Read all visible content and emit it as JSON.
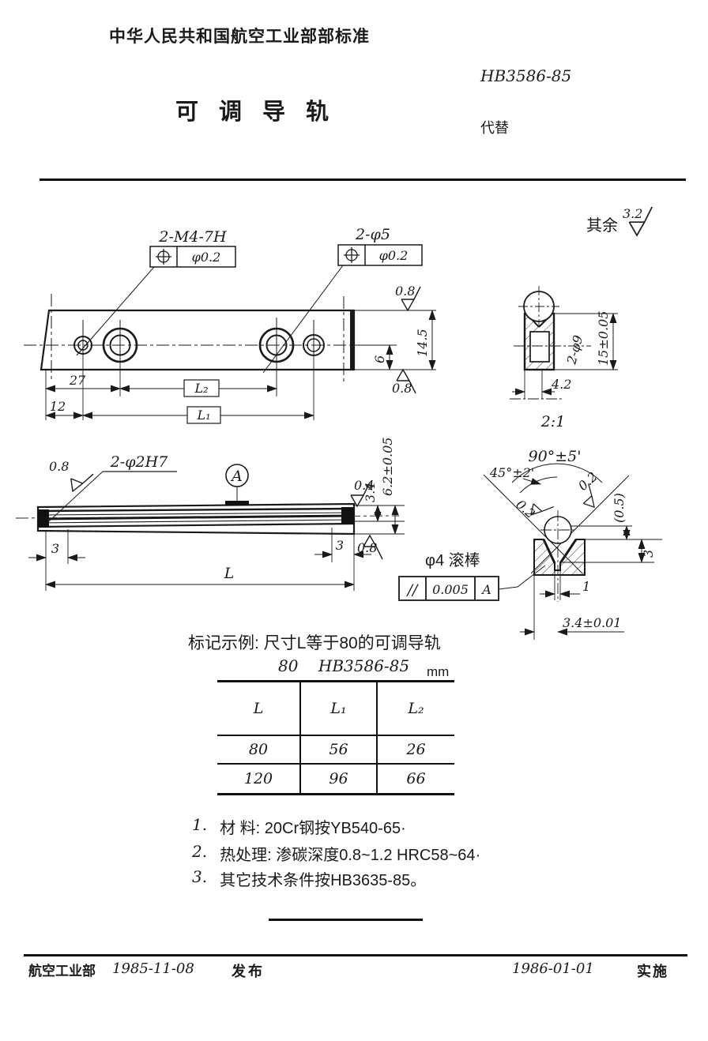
{
  "header": {
    "standard_org": "中华人民共和国航空工业部部标准",
    "standard_no": "HB3586-85",
    "title": "可调导轨",
    "supersedes": "代替"
  },
  "drawing": {
    "general_roughness": {
      "prefix": "其余",
      "value": "3.2"
    },
    "plan_view": {
      "thread_callout": "2-M4-7H",
      "thread_tolerance": "φ0.2",
      "hole_callout": "2-φ5",
      "hole_tolerance": "φ0.2",
      "dim_27": "27",
      "dim_12": "12",
      "dim_L2": "L₂",
      "dim_L1": "L₁",
      "dim_6": "6",
      "dim_14_5": "14.5",
      "roughness_top": "0.8",
      "roughness_bottom": "0.8"
    },
    "section_view": {
      "scale": "2:1",
      "hole_callout": "2-φ9",
      "dim_height": "15±0.05",
      "dim_4_2": "4.2"
    },
    "side_view": {
      "pin_callout": "2-φ2H7",
      "datum": "A",
      "roughness_left": "0.8",
      "roughness_right_top": "0.4",
      "roughness_right_bottom": "0.8",
      "dim_3_4": "3.4",
      "dim_6_2": "6.2±0.05",
      "dim_3_left": "3",
      "dim_3_right": "3",
      "dim_length": "L"
    },
    "groove_detail": {
      "angle_90": "90°±5'",
      "angle_45": "45°±2'",
      "roughness_left": "0.2",
      "roughness_right": "0.2",
      "dim_0_5": "(0.5)",
      "dim_3": "3",
      "dim_1": "1",
      "dim_3_4": "3.4±0.01",
      "roller_label": "φ4 滚棒",
      "parallelism_symbol": "//",
      "parallelism_value": "0.005",
      "parallelism_datum": "A"
    }
  },
  "marking_example": {
    "line1": "标记示例: 尺寸L等于80的可调导轨",
    "line2": "80    HB3586-85",
    "unit": "mm"
  },
  "table": {
    "headers": [
      "L",
      "L₁",
      "L₂"
    ],
    "rows": [
      [
        "80",
        "56",
        "26"
      ],
      [
        "120",
        "96",
        "66"
      ]
    ]
  },
  "notes": [
    {
      "no": "1.",
      "text": "材 料: 20Cr钢按YB540-65·"
    },
    {
      "no": "2.",
      "text": "热处理: 渗碳深度0.8~1.2 HRC58~64·"
    },
    {
      "no": "3.",
      "text": "其它技术条件按HB3635-85。"
    }
  ],
  "footer": {
    "org": "航空工业部",
    "issue_date": "1985-11-08",
    "issue_label": "发布",
    "impl_date": "1986-01-01",
    "impl_label": "实施"
  }
}
